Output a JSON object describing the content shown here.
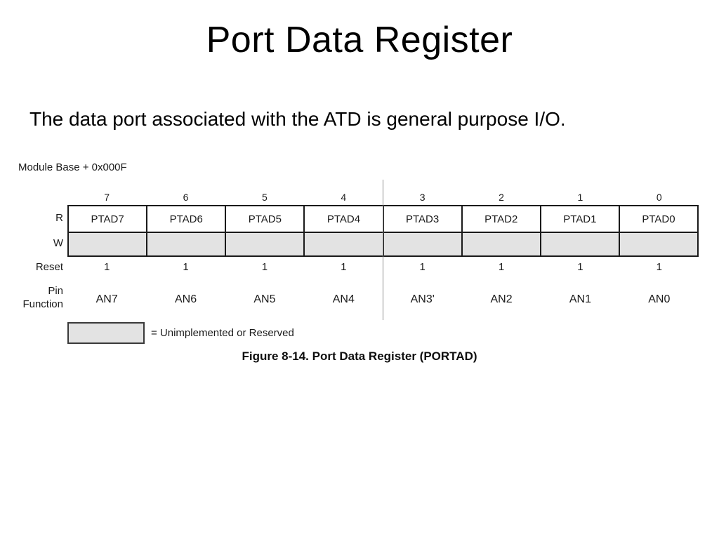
{
  "slide": {
    "title": "Port Data Register",
    "body_text": "The data port associated with the ATD is general purpose I/O."
  },
  "figure": {
    "module_base": "Module Base + 0x000F",
    "caption": "Figure 8-14. Port Data Register (PORTAD)",
    "row_labels": {
      "read": "R",
      "write": "W",
      "reset": "Reset",
      "pin_function_line1": "Pin",
      "pin_function_line2": "Function"
    },
    "bit_numbers": [
      "7",
      "6",
      "5",
      "4",
      "3",
      "2",
      "1",
      "0"
    ],
    "read_row": [
      "PTAD7",
      "PTAD6",
      "PTAD5",
      "PTAD4",
      "PTAD3",
      "PTAD2",
      "PTAD1",
      "PTAD0"
    ],
    "write_row": [
      "",
      "",
      "",
      "",
      "",
      "",
      "",
      ""
    ],
    "reset_row": [
      "1",
      "1",
      "1",
      "1",
      "1",
      "1",
      "1",
      "1"
    ],
    "pin_function_row": [
      "AN7",
      "AN6",
      "AN5",
      "AN4",
      "AN3'",
      "AN2",
      "AN1",
      "AN0"
    ],
    "legend": {
      "text": "= Unimplemented or Reserved",
      "swatch_color": "#e3e3e3"
    },
    "colors": {
      "shaded": "#e3e3e3",
      "border": "#1a1a1a",
      "divider": "#8c8c8c",
      "background": "#ffffff"
    }
  }
}
